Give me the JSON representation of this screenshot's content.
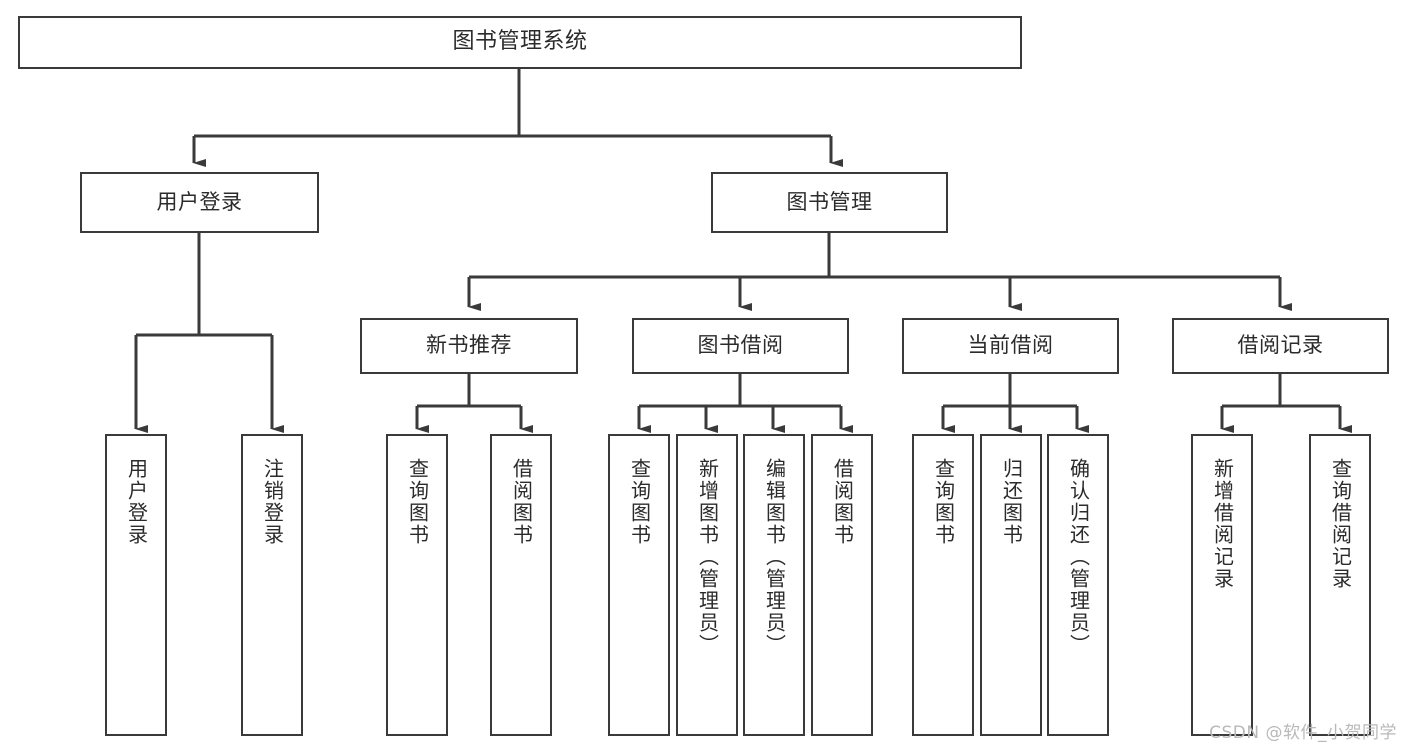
{
  "diagram": {
    "title": "图书管理系统",
    "type": "tree",
    "orientation": "top-down",
    "colors": {
      "background": "#ffffff",
      "box_border": "#3a3a3a",
      "box_fill": "#ffffff",
      "text": "#2b2b2b",
      "edge": "#3a3a3a",
      "watermark": "#b9b9b9"
    },
    "nodes": {
      "root": {
        "label": "图书管理系统"
      },
      "level1": [
        {
          "id": "user-login",
          "label": "用户登录"
        },
        {
          "id": "book-management",
          "label": "图书管理"
        }
      ],
      "level2": [
        {
          "id": "new-book-recommend",
          "label": "新书推荐"
        },
        {
          "id": "book-borrow",
          "label": "图书借阅"
        },
        {
          "id": "current-borrow",
          "label": "当前借阅"
        },
        {
          "id": "borrow-record",
          "label": "借阅记录"
        }
      ],
      "leaves": {
        "user_login": [
          {
            "id": "leaf-user-login",
            "label": "用户登录"
          },
          {
            "id": "leaf-logout-login",
            "label": "注销登录"
          }
        ],
        "new_book_recommend": [
          {
            "id": "leaf-query-book-1",
            "label": "查询图书"
          },
          {
            "id": "leaf-borrow-book-1",
            "label": "借阅图书"
          }
        ],
        "book_borrow": [
          {
            "id": "leaf-query-book-2",
            "label": "查询图书"
          },
          {
            "id": "leaf-add-book",
            "label": "新增图书（管理员）"
          },
          {
            "id": "leaf-edit-book",
            "label": "编辑图书（管理员）"
          },
          {
            "id": "leaf-borrow-book-2",
            "label": "借阅图书"
          }
        ],
        "current_borrow": [
          {
            "id": "leaf-query-book-3",
            "label": "查询图书"
          },
          {
            "id": "leaf-return-book",
            "label": "归还图书"
          },
          {
            "id": "leaf-confirm-return",
            "label": "确认归还（管理员）"
          }
        ],
        "borrow_record": [
          {
            "id": "leaf-add-record",
            "label": "新增借阅记录"
          },
          {
            "id": "leaf-query-record",
            "label": "查询借阅记录"
          }
        ]
      }
    }
  },
  "watermark": {
    "text": "CSDN @软件_小贺同学"
  }
}
